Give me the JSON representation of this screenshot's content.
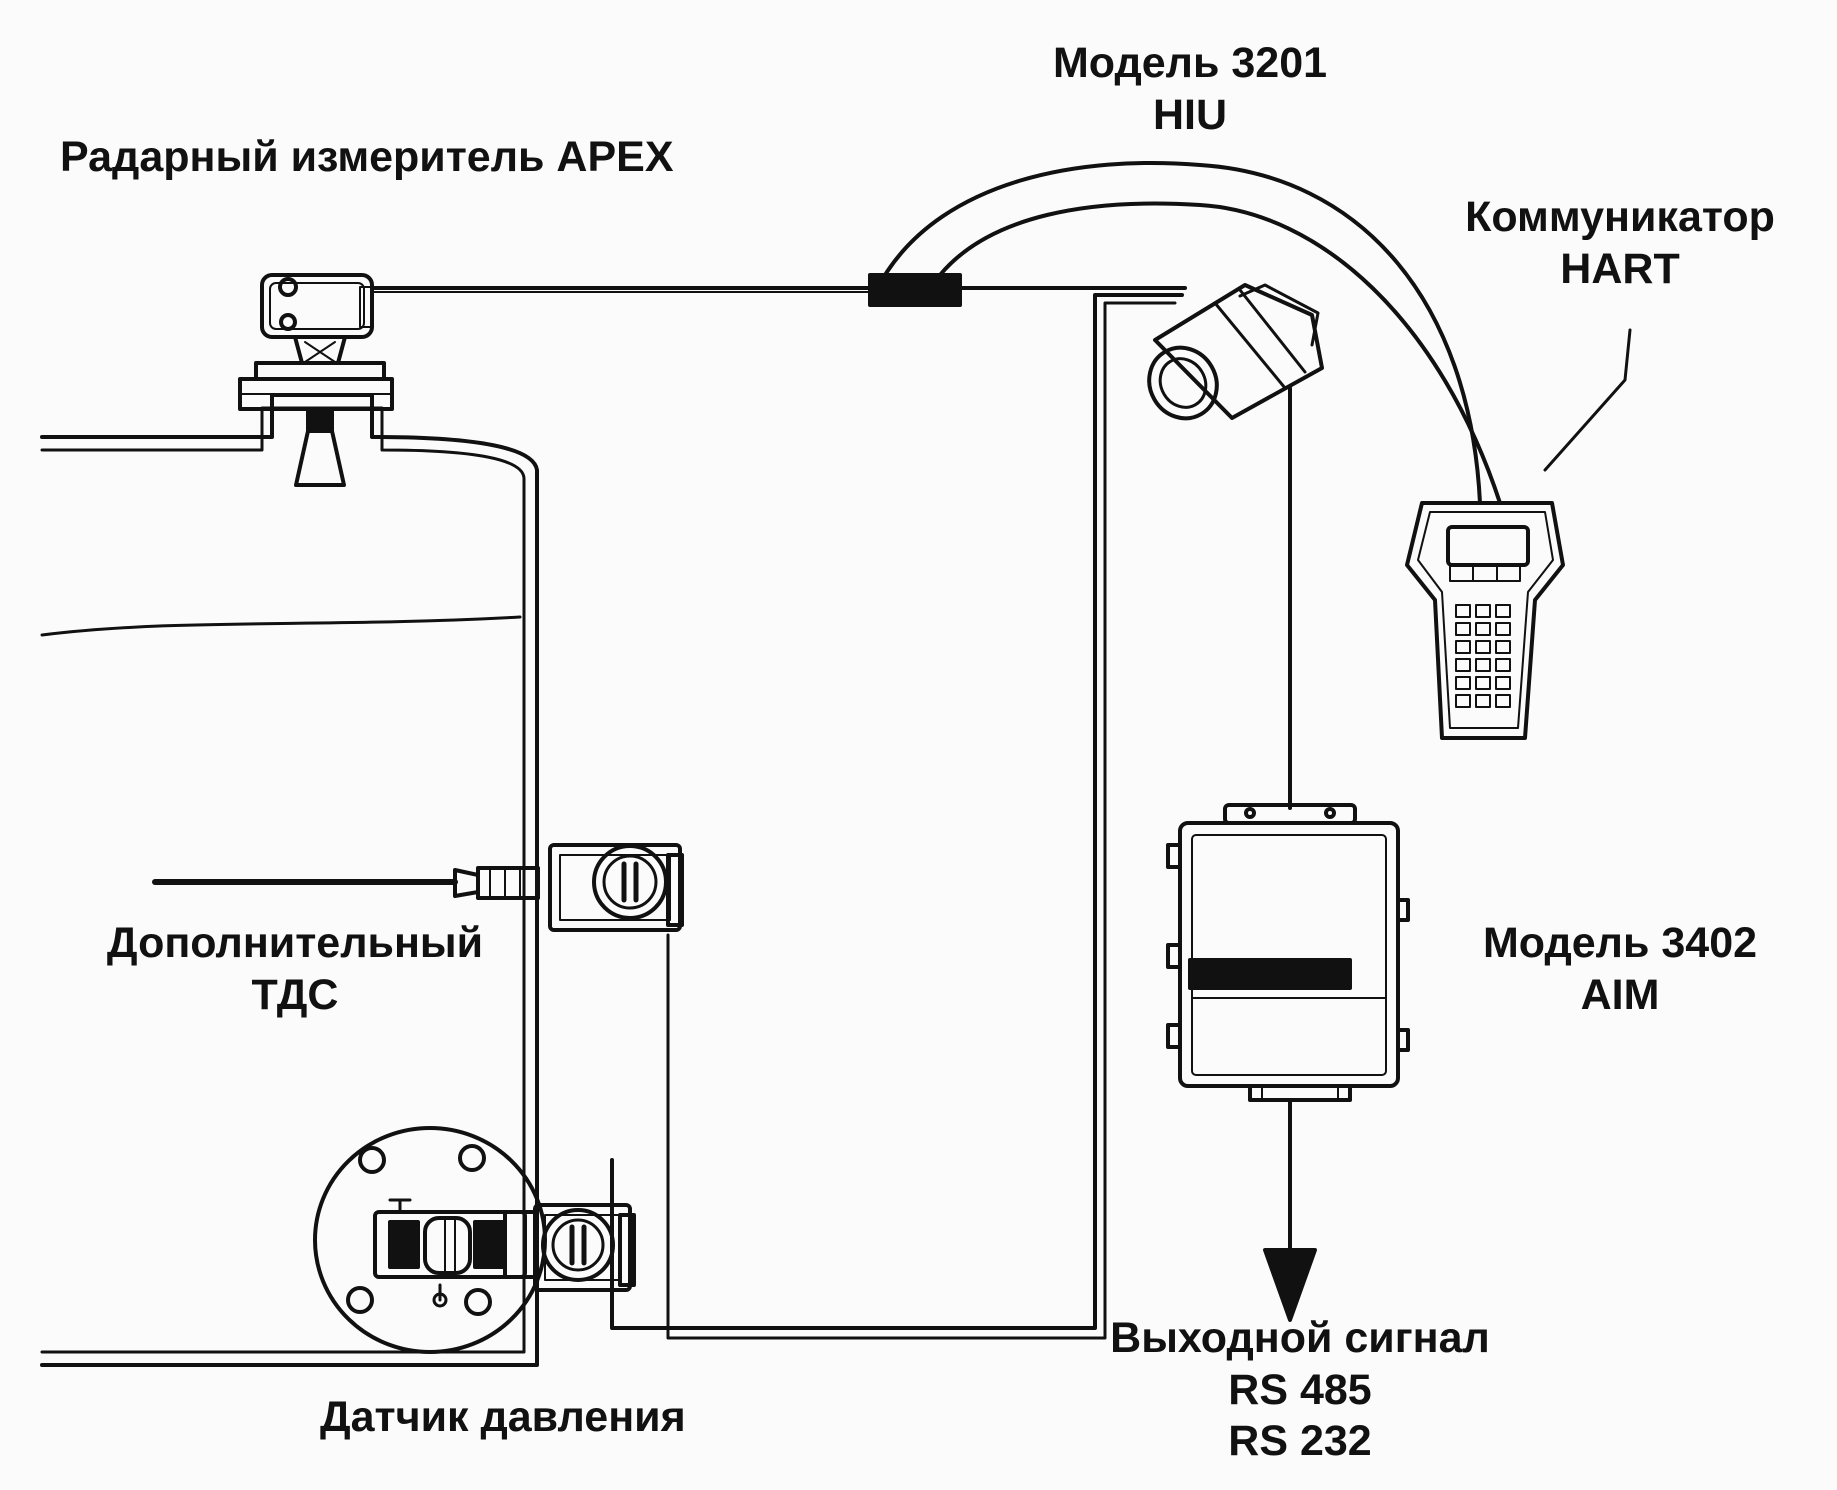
{
  "labels": {
    "radar": "Радарный измеритель APEX",
    "hiu_line1": "Модель 3201",
    "hiu_line2": "HIU",
    "hart_line1": "Коммуникатор",
    "hart_line2": "HART",
    "tds_line1": "Дополнительный",
    "tds_line2": "ТДС",
    "aim_line1": "Модель 3402",
    "aim_line2": "AIM",
    "pressure": "Датчик давления",
    "output_line1": "Выходной сигнал",
    "output_line2": "RS 485",
    "output_line3": "RS 232"
  },
  "colors": {
    "ink": "#111111",
    "paper": "#fbfbfb"
  }
}
